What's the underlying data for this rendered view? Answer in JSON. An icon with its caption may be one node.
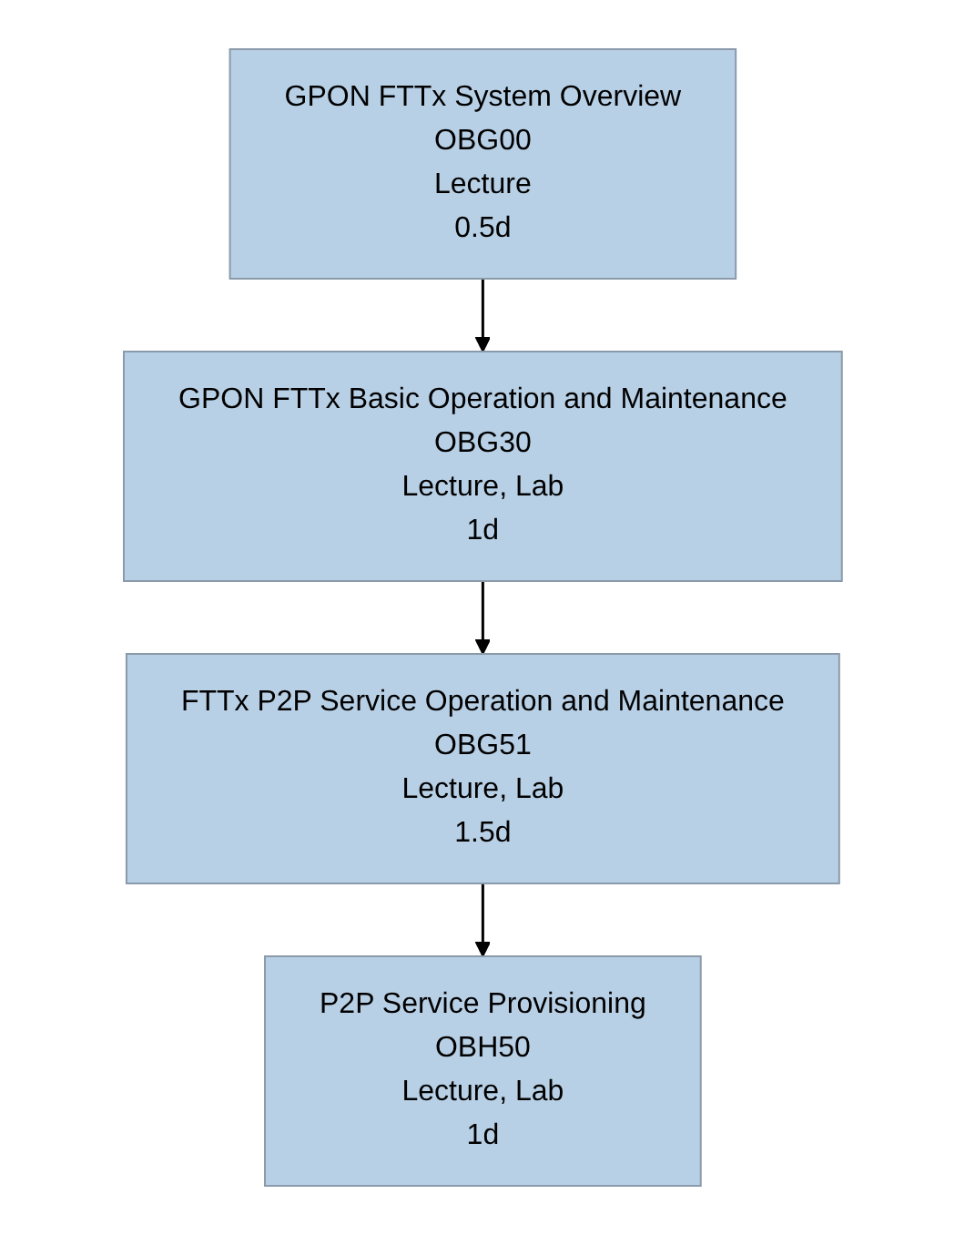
{
  "diagram": {
    "nodes": [
      {
        "text": [
          "GPON FTTx System Overview",
          "OBG00",
          "Lecture",
          "0.5d"
        ]
      },
      {
        "text": [
          "GPON FTTx Basic Operation and Maintenance",
          "OBG30",
          "Lecture, Lab",
          "1d"
        ]
      },
      {
        "text": [
          "FTTx P2P Service Operation and Maintenance",
          "OBG51",
          "Lecture, Lab",
          "1.5d"
        ]
      },
      {
        "text": [
          "P2P Service Provisioning",
          "OBH50",
          "Lecture, Lab",
          "1d"
        ]
      }
    ],
    "edges": [
      {
        "from": 0,
        "to": 1,
        "arrow": "to"
      },
      {
        "from": 1,
        "to": 2,
        "arrow": "to"
      },
      {
        "from": 2,
        "to": 3,
        "arrow": "to"
      }
    ]
  }
}
